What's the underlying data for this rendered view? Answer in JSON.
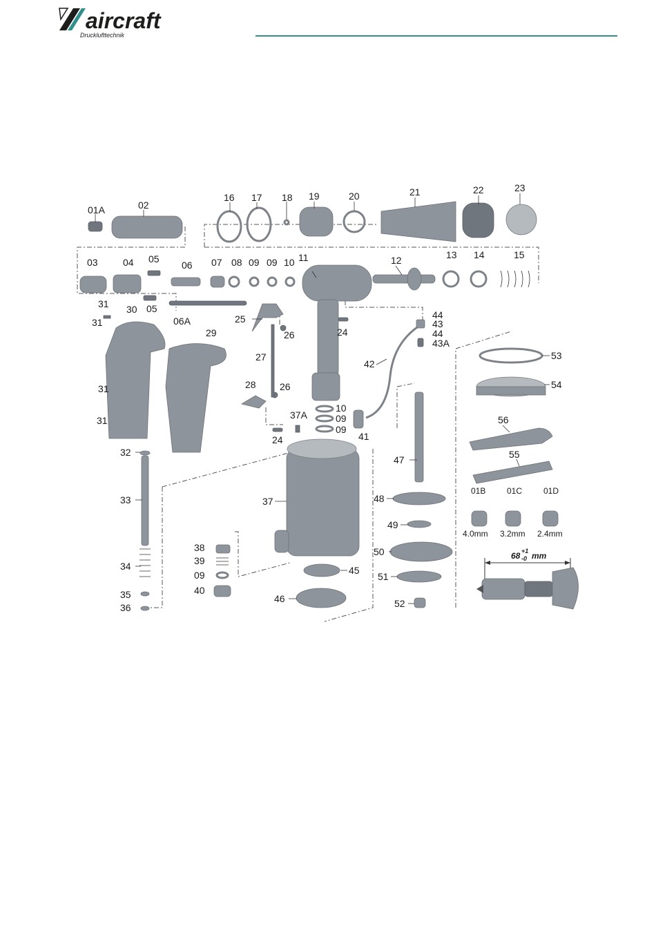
{
  "header": {
    "brand": "aircraft",
    "tagline": "Drucklufttechnik",
    "accent_color": "#2f8f8a"
  },
  "diagram": {
    "part_labels": [
      "01A",
      "02",
      "03",
      "04",
      "05",
      "05",
      "06",
      "06A",
      "07",
      "08",
      "09",
      "09",
      "10",
      "11",
      "12",
      "13",
      "14",
      "15",
      "16",
      "17",
      "18",
      "19",
      "20",
      "21",
      "22",
      "23",
      "24",
      "24",
      "25",
      "26",
      "26",
      "27",
      "28",
      "29",
      "30",
      "31",
      "31",
      "31",
      "31",
      "32",
      "33",
      "34",
      "35",
      "36",
      "37",
      "37A",
      "38",
      "39",
      "09",
      "40",
      "41",
      "42",
      "43",
      "43A",
      "44",
      "44",
      "45",
      "46",
      "47",
      "48",
      "49",
      "50",
      "51",
      "52",
      "53",
      "54",
      "55",
      "56",
      "10",
      "09",
      "09",
      "01B",
      "01C",
      "01D"
    ],
    "nozzle_sizes": [
      "4.0mm",
      "3.2mm",
      "2.4mm"
    ],
    "dimension": {
      "value": "68",
      "tol_upper": "+1",
      "tol_lower": "-0",
      "unit": "mm"
    }
  }
}
